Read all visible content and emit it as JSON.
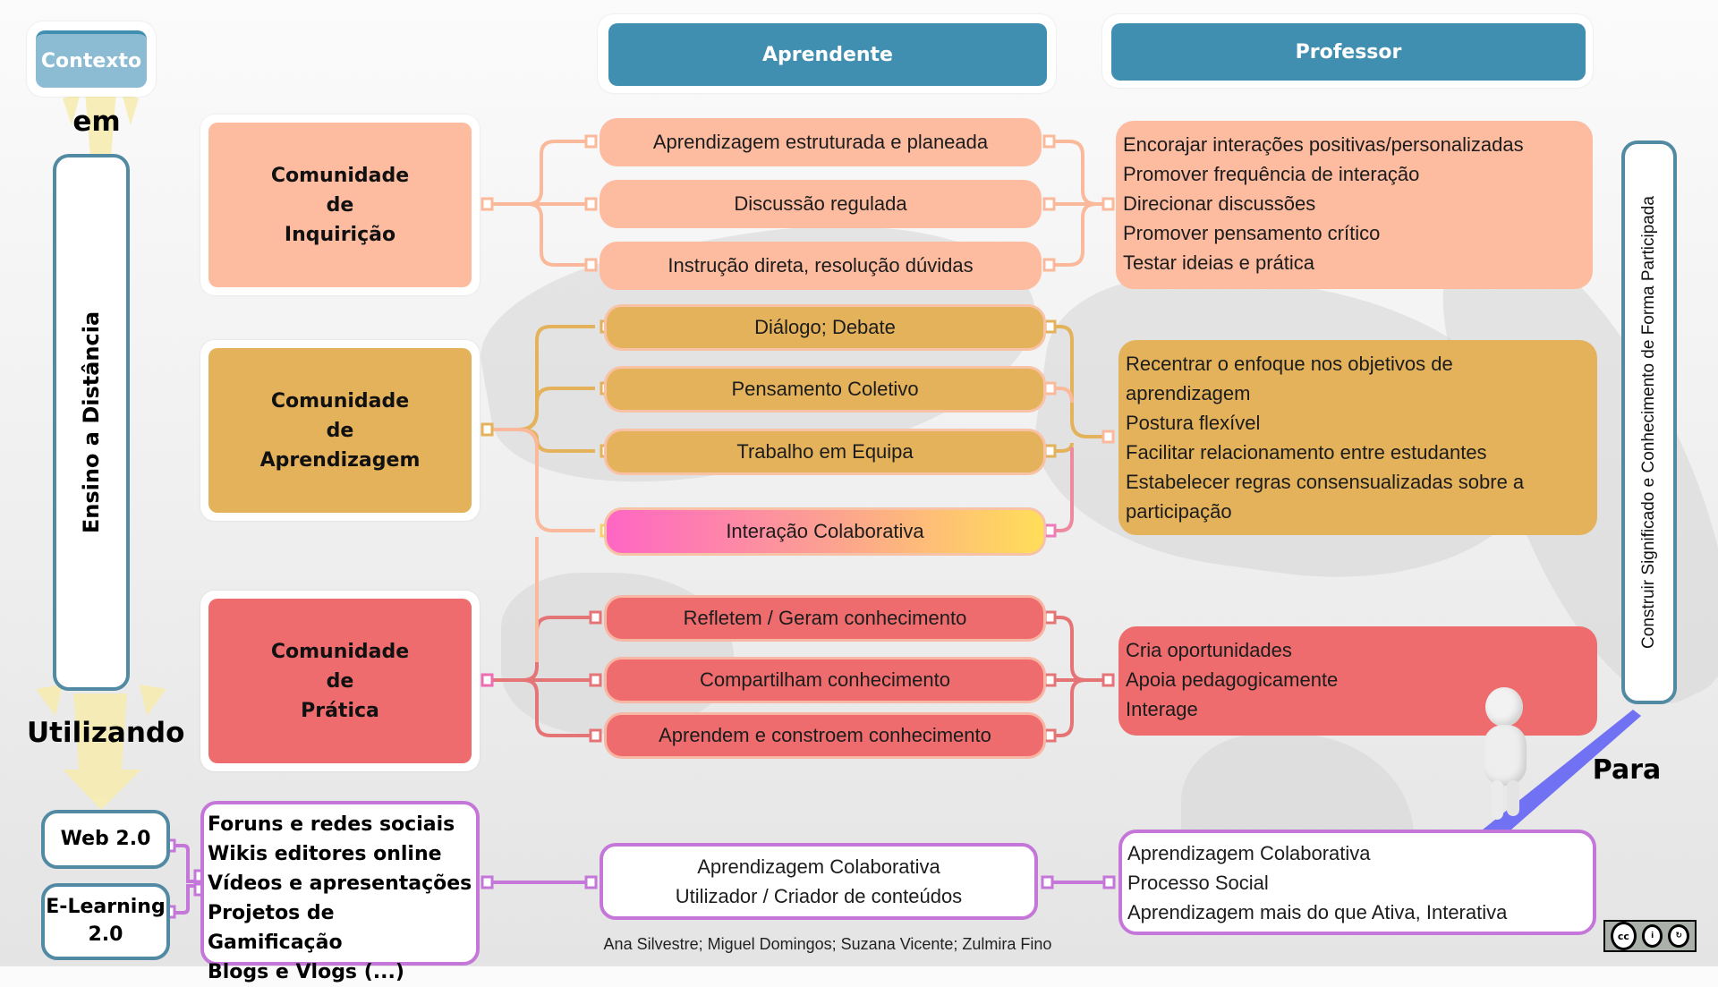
{
  "context": {
    "label": "Contexto",
    "connector_em": "em",
    "mode": "Ensino a Distância",
    "connector_using": "Utilizando",
    "connector_for": "Para"
  },
  "headers": {
    "learner": "Aprendente",
    "teacher": "Professor"
  },
  "communities": [
    {
      "lines": [
        "Comunidade",
        "de",
        "Inquirição"
      ],
      "color": "#fdbba0",
      "learner_items": [
        "Aprendizagem estruturada e planeada",
        "Discussão regulada",
        "Instrução direta, resolução dúvidas"
      ],
      "teacher_items": [
        "Encorajar interações positivas/personalizadas",
        "Promover frequência de interação",
        "Direcionar discussões",
        "Promover pensamento crítico",
        "Testar ideias e prática"
      ]
    },
    {
      "lines": [
        "Comunidade",
        "de",
        "Aprendizagem"
      ],
      "color": "#e3b25a",
      "learner_items": [
        "Diálogo; Debate",
        "Pensamento Coletivo",
        "Trabalho em Equipa"
      ],
      "teacher_items": [
        "Recentrar o enfoque nos objetivos de",
        "aprendizagem",
        "Postura flexível",
        "Facilitar relacionamento entre estudantes",
        "Estabelecer regras consensualizadas sobre a",
        "participação"
      ]
    },
    {
      "lines": [
        "Comunidade",
        "de",
        "Prática"
      ],
      "color": "#ee6c6e",
      "learner_items": [
        "Refletem / Geram conhecimento",
        "Compartilham conhecimento",
        "Aprendem e constroem conhecimento"
      ],
      "teacher_items": [
        "Cria oportunidades",
        "Apoia pedagogicamente",
        "Interage"
      ]
    }
  ],
  "shared_item": "Interação Colaborativa",
  "tools": {
    "web": "Web 2.0",
    "elearning": [
      "E-Learning",
      "2.0"
    ],
    "list": [
      "Foruns e redes sociais",
      "Wikis editores online",
      "Vídeos e apresentações",
      "Projetos de Gamificação",
      "Blogs e Vlogs (...)"
    ]
  },
  "outcome_learner": [
    "Aprendizagem Colaborativa",
    "Utilizador /  Criador de conteúdos"
  ],
  "outcome_teacher": [
    "Aprendizagem Colaborativa",
    "Processo Social",
    "Aprendizagem mais do que Ativa, Interativa"
  ],
  "goal": "Construir Significado e Conhecimento de Forma Participada",
  "credits": "Ana Silvestre; Miguel Domingos; Suzana Vicente; Zulmira Fino",
  "license": {
    "cc": "cc",
    "by": "BY",
    "sa": "SA"
  },
  "colors": {
    "header": "#418fb0",
    "inquiry": "#fdbba0",
    "learning": "#e3b25a",
    "practice": "#ee6c6e",
    "tools_border": "#c477d9",
    "frame_border": "#5289a3"
  }
}
